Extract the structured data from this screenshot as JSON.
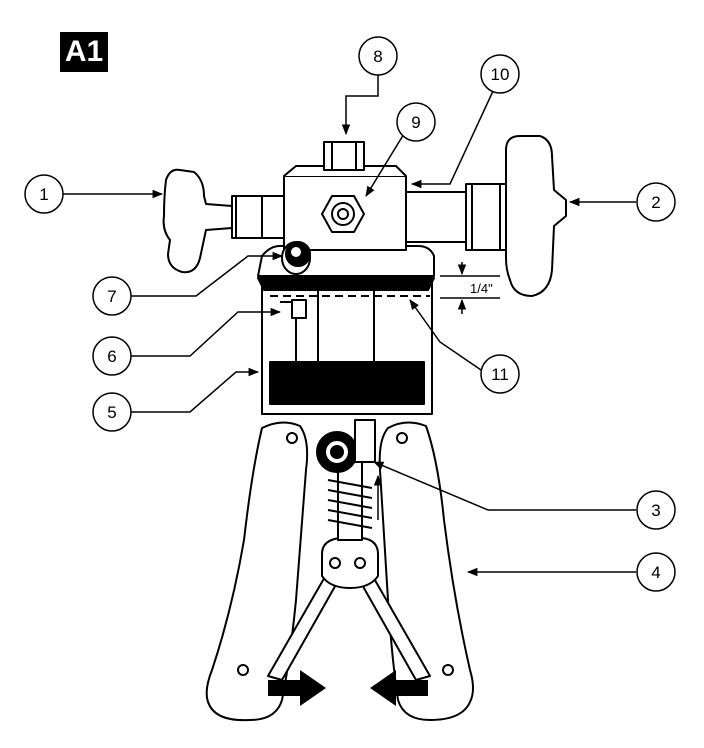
{
  "figure_label": "A1",
  "dimension_label": "1/4\"",
  "callouts": [
    "1",
    "2",
    "3",
    "4",
    "5",
    "6",
    "7",
    "8",
    "9",
    "10",
    "11"
  ],
  "colors": {
    "ink": "#000000",
    "fill": "#ffffff"
  }
}
